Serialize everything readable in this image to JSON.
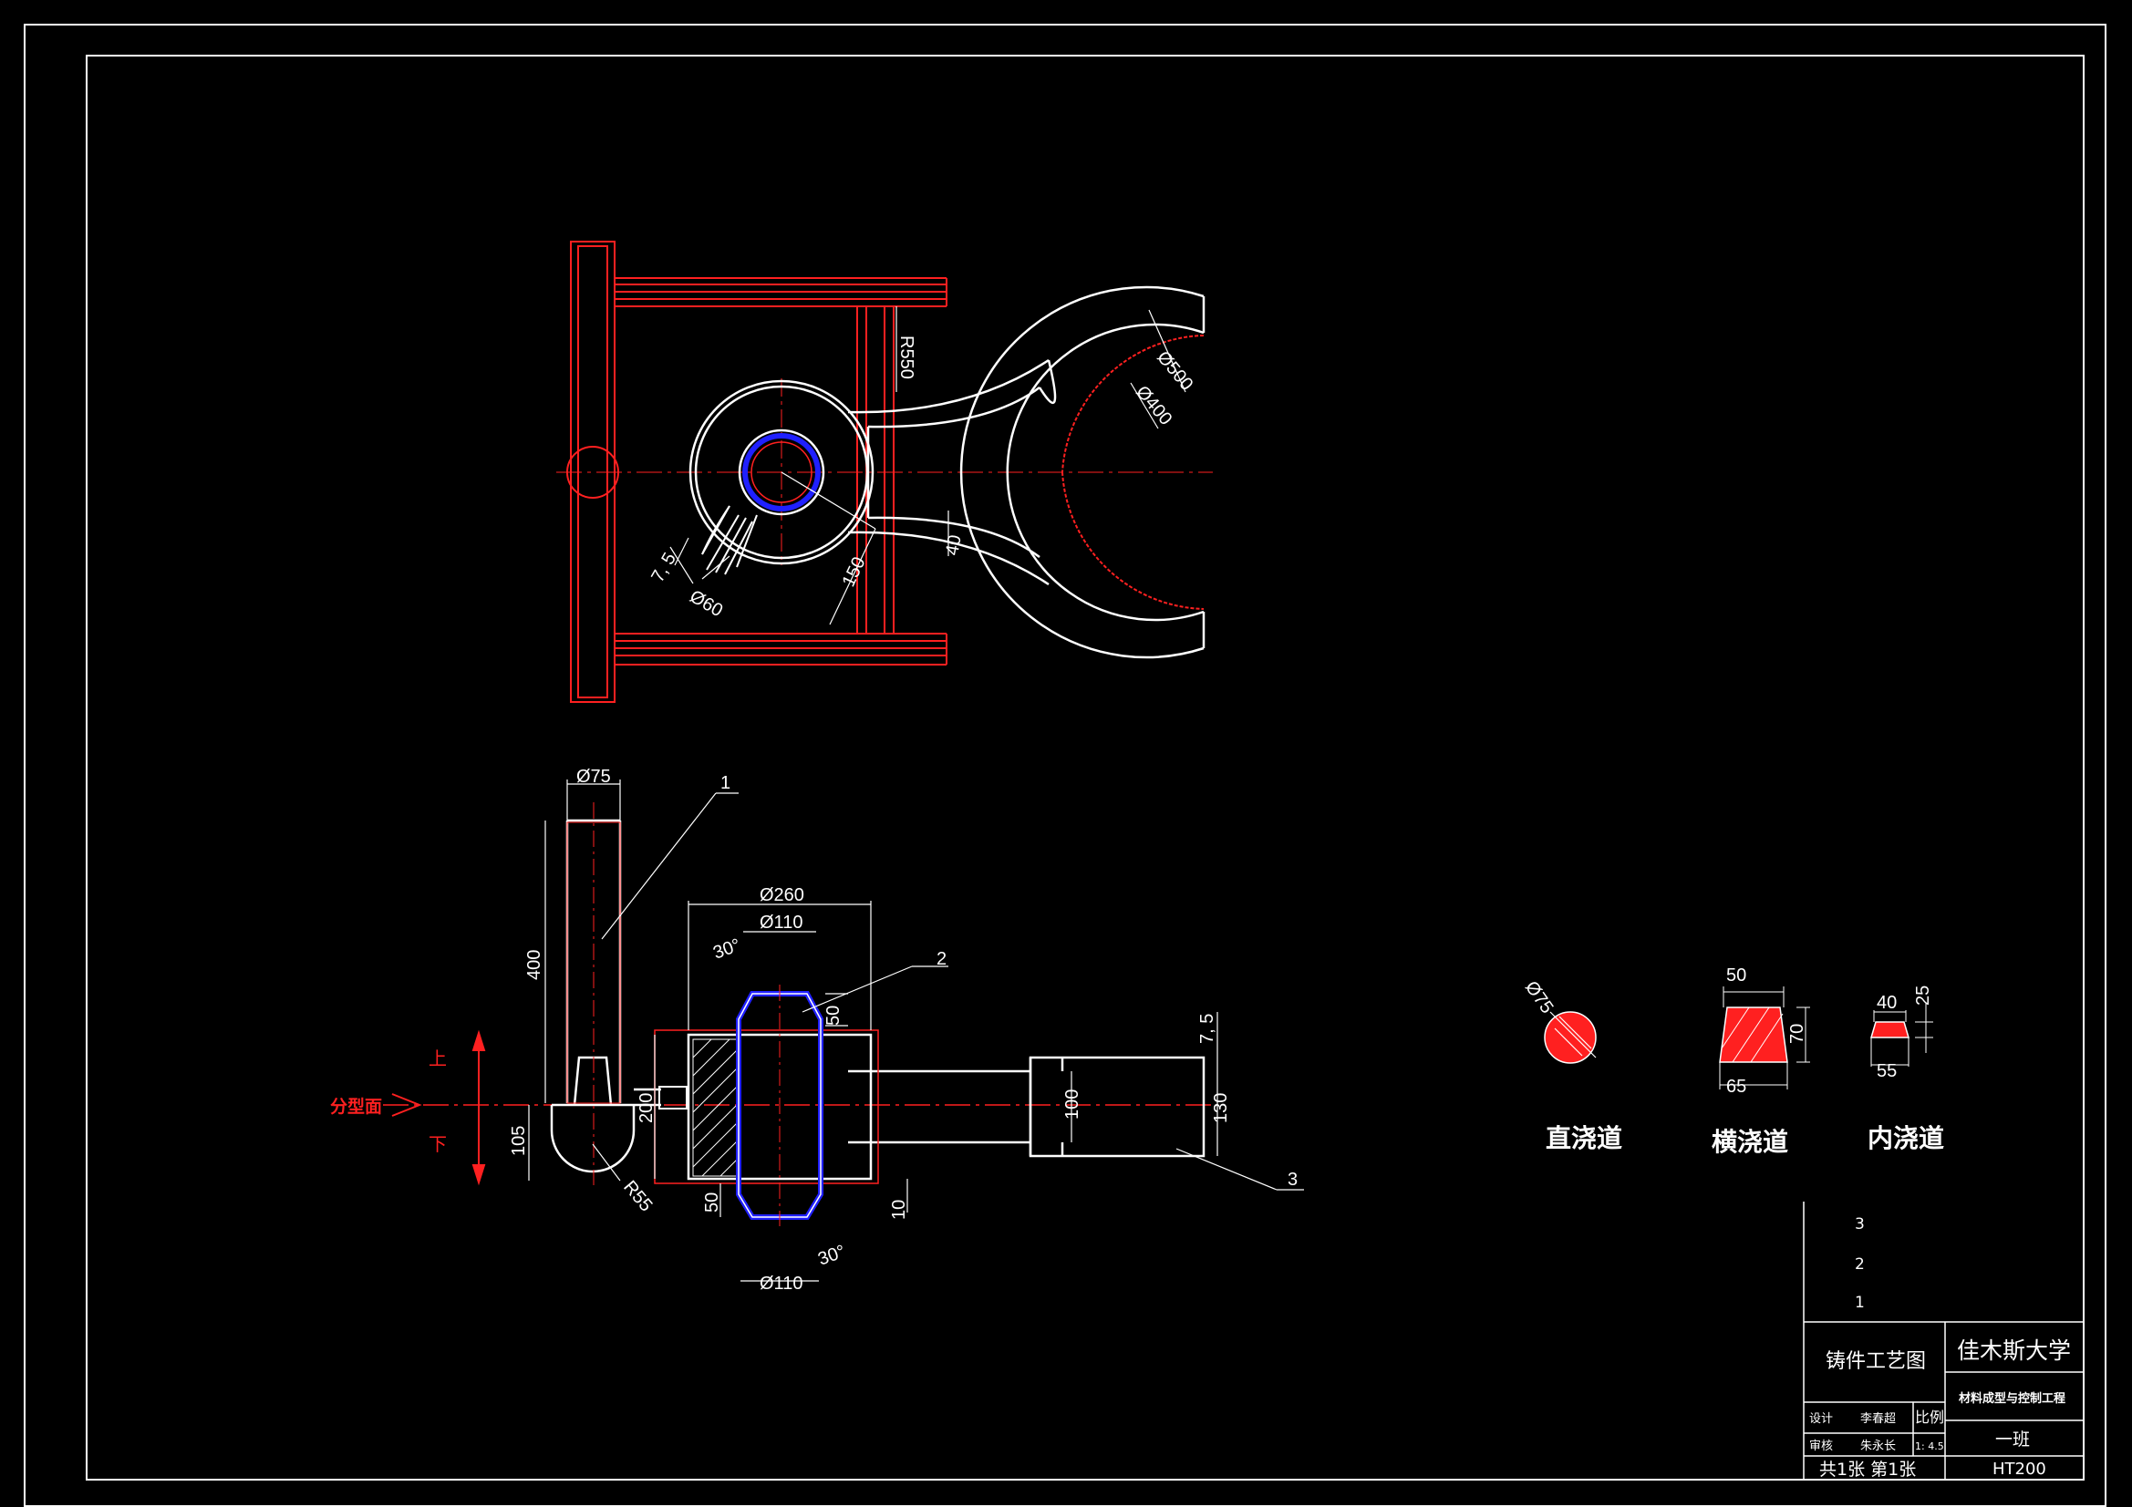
{
  "plan_view": {
    "dims": {
      "r550": "R550",
      "d500": "Ø500",
      "d400": "Ø400",
      "d60": "Ø60",
      "v7_5": "7, 5",
      "v150": "150",
      "v40": "40"
    }
  },
  "section_view": {
    "dims": {
      "d75": "Ø75",
      "v400": "400",
      "v105": "105",
      "r55": "R55",
      "d260": "Ø260",
      "d110_top": "Ø110",
      "d110_bottom": "Ø110",
      "a30_top": "30°",
      "a30_bottom": "30°",
      "v50_top": "50",
      "v50_bottom": "50",
      "v200": "200",
      "v100": "100",
      "v130": "130",
      "v10": "10",
      "v7_5": "7, 5"
    },
    "leaders": {
      "l1": "1",
      "l2": "2",
      "l3": "3"
    },
    "parting": {
      "upper": "上",
      "lower": "下",
      "label": "分型面"
    }
  },
  "gating": {
    "sprue": {
      "name": "直浇道",
      "dia": "Ø75"
    },
    "runner": {
      "name": "横浇道",
      "top": "50",
      "bottom": "65",
      "height": "70"
    },
    "ingate": {
      "name": "内浇道",
      "top": "40",
      "bottom": "55",
      "height": "25"
    }
  },
  "title_block": {
    "parts": [
      "3",
      "2",
      "1"
    ],
    "drawing_title": "铸件工艺图",
    "school": "佳木斯大学",
    "major": "材料成型与控制工程",
    "design_label": "设计",
    "designer": "李春超",
    "scale_label": "比例",
    "review_label": "审核",
    "reviewer": "朱永长",
    "scale": "1: 4.5",
    "class": "一班",
    "sheets": "共1张  第1张",
    "material": "HT200"
  },
  "colors": {
    "line": "#ffffff",
    "red": "#ff2020",
    "blue": "#2020ff",
    "background": "#000000"
  }
}
